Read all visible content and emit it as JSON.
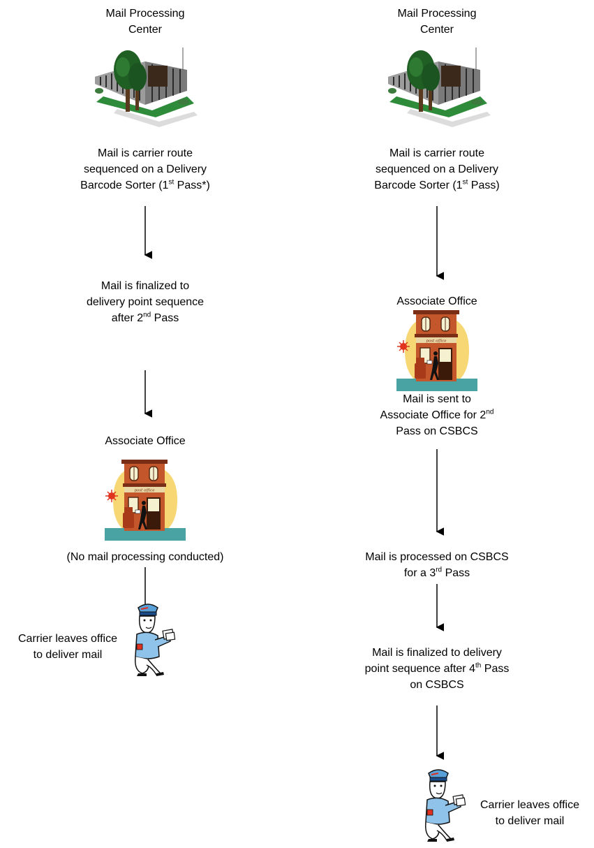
{
  "left": {
    "mpc_label": [
      "Mail Processing",
      "Center"
    ],
    "step1": {
      "line1": "Mail is carrier route",
      "line2": "sequenced on a Delivery",
      "line3_pre": "Barcode Sorter (1",
      "line3_sup": "st",
      "line3_post": " Pass*)"
    },
    "step2": {
      "line1": "Mail is finalized to",
      "line2": "delivery point sequence",
      "line3_pre": "after 2",
      "line3_sup": "nd",
      "line3_post": " Pass"
    },
    "ao_label": "Associate Office",
    "no_processing": "(No mail processing conducted)",
    "carrier": [
      "Carrier leaves office",
      "to deliver mail"
    ]
  },
  "right": {
    "mpc_label": [
      "Mail Processing",
      "Center"
    ],
    "step1": {
      "line1": "Mail is carrier route",
      "line2": "sequenced on a Delivery",
      "line3_pre": "Barcode Sorter (1",
      "line3_sup": "st",
      "line3_post": " Pass)"
    },
    "ao_label": "Associate Office",
    "step2": {
      "line1": "Mail is sent to",
      "line2_pre": "Associate Office for 2",
      "line2_sup": "nd",
      "line3": "Pass on CSBCS"
    },
    "step3": {
      "line1": "Mail is processed on CSBCS",
      "line2_pre": "for a 3",
      "line2_sup": "rd",
      "line2_post": " Pass"
    },
    "step4": {
      "line1": "Mail is finalized to delivery",
      "line2_pre": "point sequence after 4",
      "line2_sup": "th",
      "line2_post": " Pass",
      "line3": "on CSBCS"
    },
    "carrier": [
      "Carrier leaves office",
      "to deliver mail"
    ]
  }
}
